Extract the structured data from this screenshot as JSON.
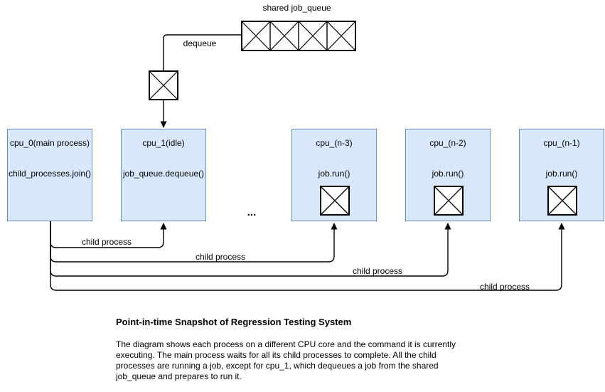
{
  "diagram": {
    "queue": {
      "label": "shared job_queue",
      "cells": 4
    },
    "dequeue_label": "dequeue",
    "ellipsis": "...",
    "child_process_labels": [
      "child process",
      "child process",
      "child process",
      "child process"
    ],
    "cpus": [
      {
        "title": "cpu_0(main process)",
        "command": "child_processes.join()"
      },
      {
        "title": "cpu_1(idle)",
        "command": "job_queue.dequeue()"
      },
      {
        "title": "cpu_(n-3)",
        "command": "job.run()"
      },
      {
        "title": "cpu_(n-2)",
        "command": "job.run()"
      },
      {
        "title": "cpu_(n-1)",
        "command": "job.run()"
      }
    ],
    "colors": {
      "cpu_fill": "#dae8fc",
      "cpu_border": "#6c8ebf",
      "shape_stroke": "#000000"
    }
  },
  "caption": {
    "title": "Point-in-time Snapshot of Regression Testing System",
    "body_lines": [
      "The diagram shows each process on a different CPU core and the command it is currently",
      "executing. The main process waits for all its child processes to complete. All the child",
      "processes are running a job, except for cpu_1, which dequeues a job from the shared",
      "job_queue and prepares to run it."
    ]
  }
}
